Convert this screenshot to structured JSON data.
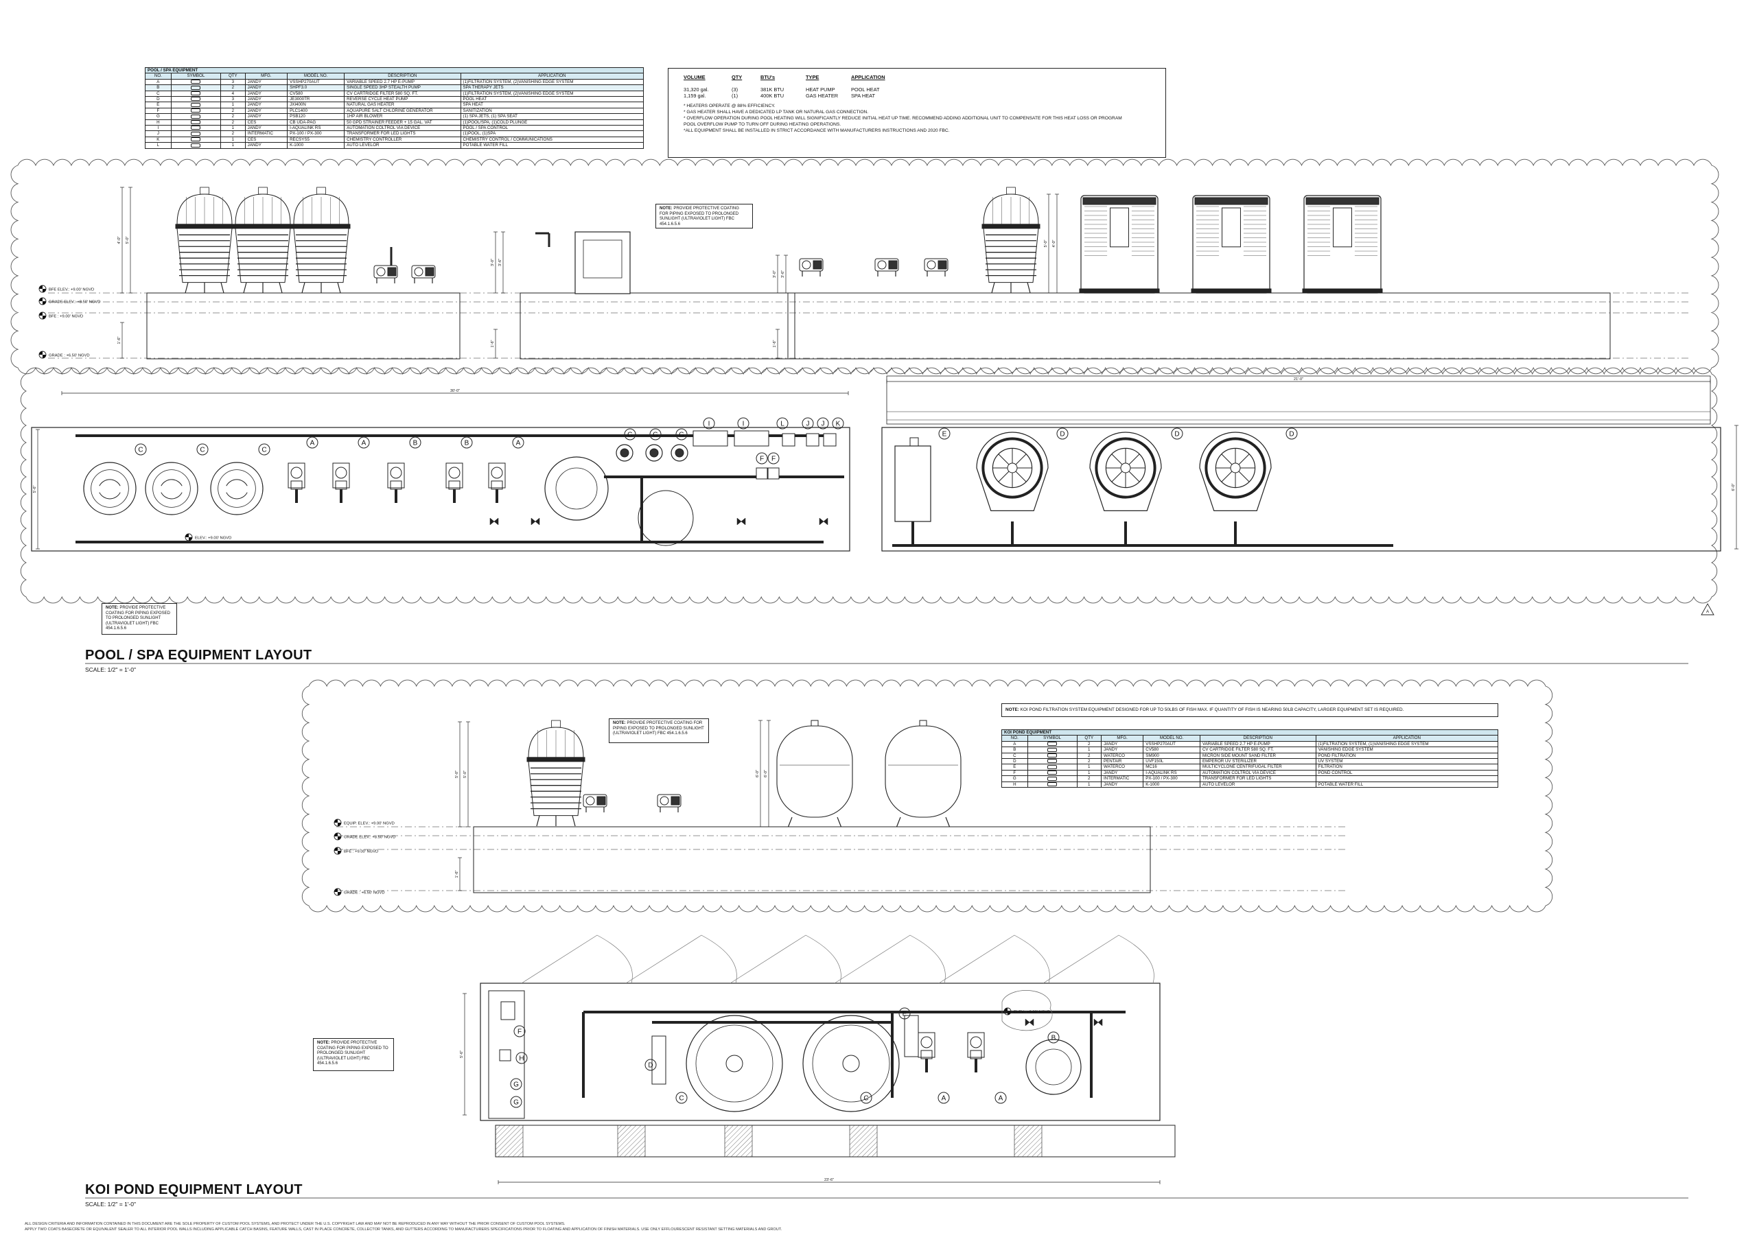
{
  "pool_table": {
    "title": "POOL / SPA EQUIPMENT",
    "headers": [
      "NO.",
      "SYMBOL",
      "QTY",
      "MFG.",
      "MODEL NO.",
      "DESCRIPTION",
      "APPLICATION"
    ],
    "rows": [
      [
        "A",
        "",
        "3",
        "JANDY",
        "VSSHP270AUT",
        "VARIABLE SPEED 2.7 HP E-PUMP",
        "(1)FILTRATION SYSTEM, (2)VANISHING EDGE SYSTEM"
      ],
      [
        "B",
        "",
        "2",
        "JANDY",
        "SHPF3.0",
        "SINGLE SPEED 3HP STEALTH PUMP",
        "SPA THERAPY JETS"
      ],
      [
        "C",
        "",
        "4",
        "JANDY",
        "CV580",
        "CV CARTRIDGE FILTER 580 SQ. FT.",
        "(1)FILTRATION SYSTEM, (2)VANISHING EDGE SYSTEM"
      ],
      [
        "D",
        "",
        "3",
        "JANDY",
        "JE3000TR",
        "REVERSE CYCLE HEAT PUMP",
        "POOL HEAT"
      ],
      [
        "E",
        "",
        "1",
        "JANDY",
        "JXI400N",
        "NATURAL GAS HEATER",
        "SPA HEAT"
      ],
      [
        "F",
        "",
        "2",
        "JANDY",
        "PLC1400",
        "AQUAPURE SALT CHLORINE GENERATOR",
        "SANITIZATION"
      ],
      [
        "G",
        "",
        "2",
        "JANDY",
        "PSB120",
        "1HP AIR BLOWER",
        "(1) SPA JETS, (1) SPA SEAT"
      ],
      [
        "H",
        "",
        "2",
        "CES",
        "CB UDA-PAG",
        "50 GPD STRAINER FEEDER + 15 GAL. VAT",
        "(1)POOL/SPA, (1)COLD PLUNGE"
      ],
      [
        "I",
        "",
        "1",
        "JANDY",
        "I-AQUALINK RS",
        "AUTOMATION COLTROL VIA DEVICE",
        "POOL / SPA CONTROL"
      ],
      [
        "J",
        "",
        "2",
        "INTERMATIC",
        "PX-100 / PX-300",
        "TRANSFORMER FOR LED LIGHTS",
        "(1)POOL, (1)SPA"
      ],
      [
        "K",
        "",
        "1",
        "CES",
        "RECSYS5",
        "CHEMISTRY CONTROLLER",
        "CHEMISTRY CONTROL / COMMUNICATIONS"
      ],
      [
        "L",
        "",
        "1",
        "JANDY",
        "K-1000",
        "AUTO LEVELOR",
        "POTABLE WATER FILL"
      ]
    ]
  },
  "heater_box": {
    "headers": [
      "VOLUME",
      "QTY",
      "BTU's",
      "TYPE",
      "APPLICATION"
    ],
    "rows": [
      [
        "31,320 gal.",
        "(3)",
        "381K BTU",
        "HEAT PUMP",
        "POOL HEAT"
      ],
      [
        "1,159 gal.",
        "(1)",
        "400K BTU",
        "GAS HEATER",
        "SPA HEAT"
      ]
    ],
    "notes": [
      "* HEATERS OPERATE @ 88% EFFICIENCY.",
      "* GAS HEATER SHALL HAVE A DEDICATED LP TANK OR NATURAL GAS CONNECTION.",
      "* OVERFLOW OPERATION DURING POOL HEATING WILL SIGNIFICANTLY REDUCE INITIAL HEAT UP TIME. RECOMMEND ADDING ADDITIONAL UNIT TO COMPENSATE FOR THIS HEAT LOSS OR PROGRAM",
      "POOL OVERFLOW PUMP TO TURN OFF DURING HEATING OPERATIONS.",
      "*ALL EQUIPMENT SHALL BE INSTALLED IN STRICT ACCORDANCE WITH MANUFACTURERS INSTRUCTIONS AND 2020 FBC."
    ]
  },
  "uv_note": {
    "label": "NOTE:",
    "text": "PROVIDE PROTECTIVE COATING FOR PIPING EXPOSED TO PROLONGED SUNLIGHT (ULTRAVIOLET LIGHT) FBC 454.1.6.5.6"
  },
  "elevations": {
    "bfe_elev": "BFE ELEV.: +9.00' NGVD",
    "grade_elev": "GRADE ELEV.: +8.50' NGVD",
    "bfe": "BFE : +9.00' NGVD",
    "grade": "GRADE : +6.50' NGVD",
    "equip_elev": "EQUIP. ELEV.: +9.00' NGVD",
    "elev": "ELEV.: +9.00' NGVD"
  },
  "dims": {
    "pool_h1": "5'-0\"",
    "pool_h2": "4'-0\"",
    "pool_h3": "1'-6\"",
    "pool_h4": "3'-0\"",
    "pool_h5": "3'-6\"",
    "plan_left_width": "30'-0\"",
    "plan_right_width": "21'-0\"",
    "plan_left_depth": "5'-6\"",
    "plan_right_depth": "6'-0\"",
    "koi_h1": "5'-0\"",
    "koi_h2": "6'-0\"",
    "koi_h3": "1'-6\"",
    "koi_plan_depth": "5'-6\"",
    "koi_plan_width": "23'-6\""
  },
  "pool_plan_tags": {
    "left": [
      "C",
      "C",
      "C",
      "A",
      "A",
      "B",
      "B",
      "A",
      "G",
      "G",
      "G",
      "I",
      "I",
      "L",
      "J",
      "J",
      "K",
      "F",
      "F"
    ],
    "right": [
      "E",
      "D",
      "D",
      "D"
    ]
  },
  "revision_mark": "A",
  "pool_layout_title": "POOL / SPA EQUIPMENT LAYOUT",
  "pool_layout_scale": "SCALE: 1/2\" = 1'-0\"",
  "koi_note": {
    "label": "NOTE:",
    "text": "KOI POND FILTRATION SYSTEM EQUIPMENT DESIGNED FOR UP TO 50LBS OF FISH MAX. IF QUANTITY OF FISH IS NEARING 50LB CAPACITY, LARGER EQUIPMENT SET IS REQUIRED."
  },
  "koi_table": {
    "title": "KOI POND EQUIPMENT",
    "headers": [
      "NO.",
      "SYMBOL",
      "QTY",
      "MFG.",
      "MODEL NO.",
      "DESCRIPTION",
      "APPLICATION"
    ],
    "rows": [
      [
        "A",
        "",
        "2",
        "JANDY",
        "VSSHP270AUT",
        "VARIABLE SPEED 2.7 HP E-PUMP",
        "(1)FILTRATION SYSTEM, (1)VANISHING EDGE SYSTEM"
      ],
      [
        "B",
        "",
        "1",
        "JANDY",
        "CV580",
        "CV CARTRIDGE FILTER 580 SQ. FT.",
        "VANISHING EDGE SYSTEM"
      ],
      [
        "C",
        "",
        "2",
        "WATERCO",
        "SM900",
        "MICRON SIDE MOUNT SAND FILTER",
        "POND FILTRATION"
      ],
      [
        "D",
        "",
        "2",
        "PENTAIR",
        "UVF150L",
        "EMPEROR UV STERILIZER",
        "UV SYSTEM"
      ],
      [
        "E",
        "",
        "1",
        "WATERCO",
        "MC16",
        "MULTICYCLONE CENTRIFUGAL FILTER",
        "FILTRATION"
      ],
      [
        "F",
        "",
        "1",
        "JANDY",
        "I-AQUALINK RS",
        "AUTOMATION COLTROL VIA DEVICE",
        "POND CONTROL"
      ],
      [
        "G",
        "",
        "2",
        "INTERMATIC",
        "PX-100 / PX-300",
        "TRANSFORMER FOR LED LIGHTS",
        ""
      ],
      [
        "H",
        "",
        "1",
        "JANDY",
        "K-1000",
        "AUTO LEVELOR",
        "POTABLE WATER FILL"
      ]
    ]
  },
  "koi_plan_tags": [
    "F",
    "H",
    "G",
    "G",
    "D",
    "C",
    "C",
    "E",
    "A",
    "A",
    "B"
  ],
  "koi_layout_title": "KOI POND EQUIPMENT LAYOUT",
  "koi_layout_scale": "SCALE: 1/2\" = 1'-0\"",
  "legal": [
    "ALL DESIGN CRITERIA AND INFORMATION CONTAINED IN THIS DOCUMENT ARE THE SOLE PROPERTY OF CUSTOM POOL SYSTEMS, AND PROTECT UNDER THE U.S. COPYRIGHT LAW AND MAY NOT BE REPRODUCED IN ANY WAY WITHOUT THE PRIOR CONSENT OF CUSTOM POOL SYSTEMS.",
    "APPLY TWO COATS BASECRETE OR EQUIVALENT SEALER TO ALL INTERIOR POOL WALLS INCLUDING APPLICABLE CATCH BASINS, FEATURE WALLS, CAST IN PLACE CONCRETE, COLLECTOR TANKS, AND GUTTERS ACCORDING TO MANUFACTURERS SPECIFICATIONS PRIOR TO FLOATING AND APPLICATION OF FINISH MATERIALS. USE ONLY EFFLOURESCENT RESISTANT SETTING MATERIALS AND GROUT."
  ]
}
